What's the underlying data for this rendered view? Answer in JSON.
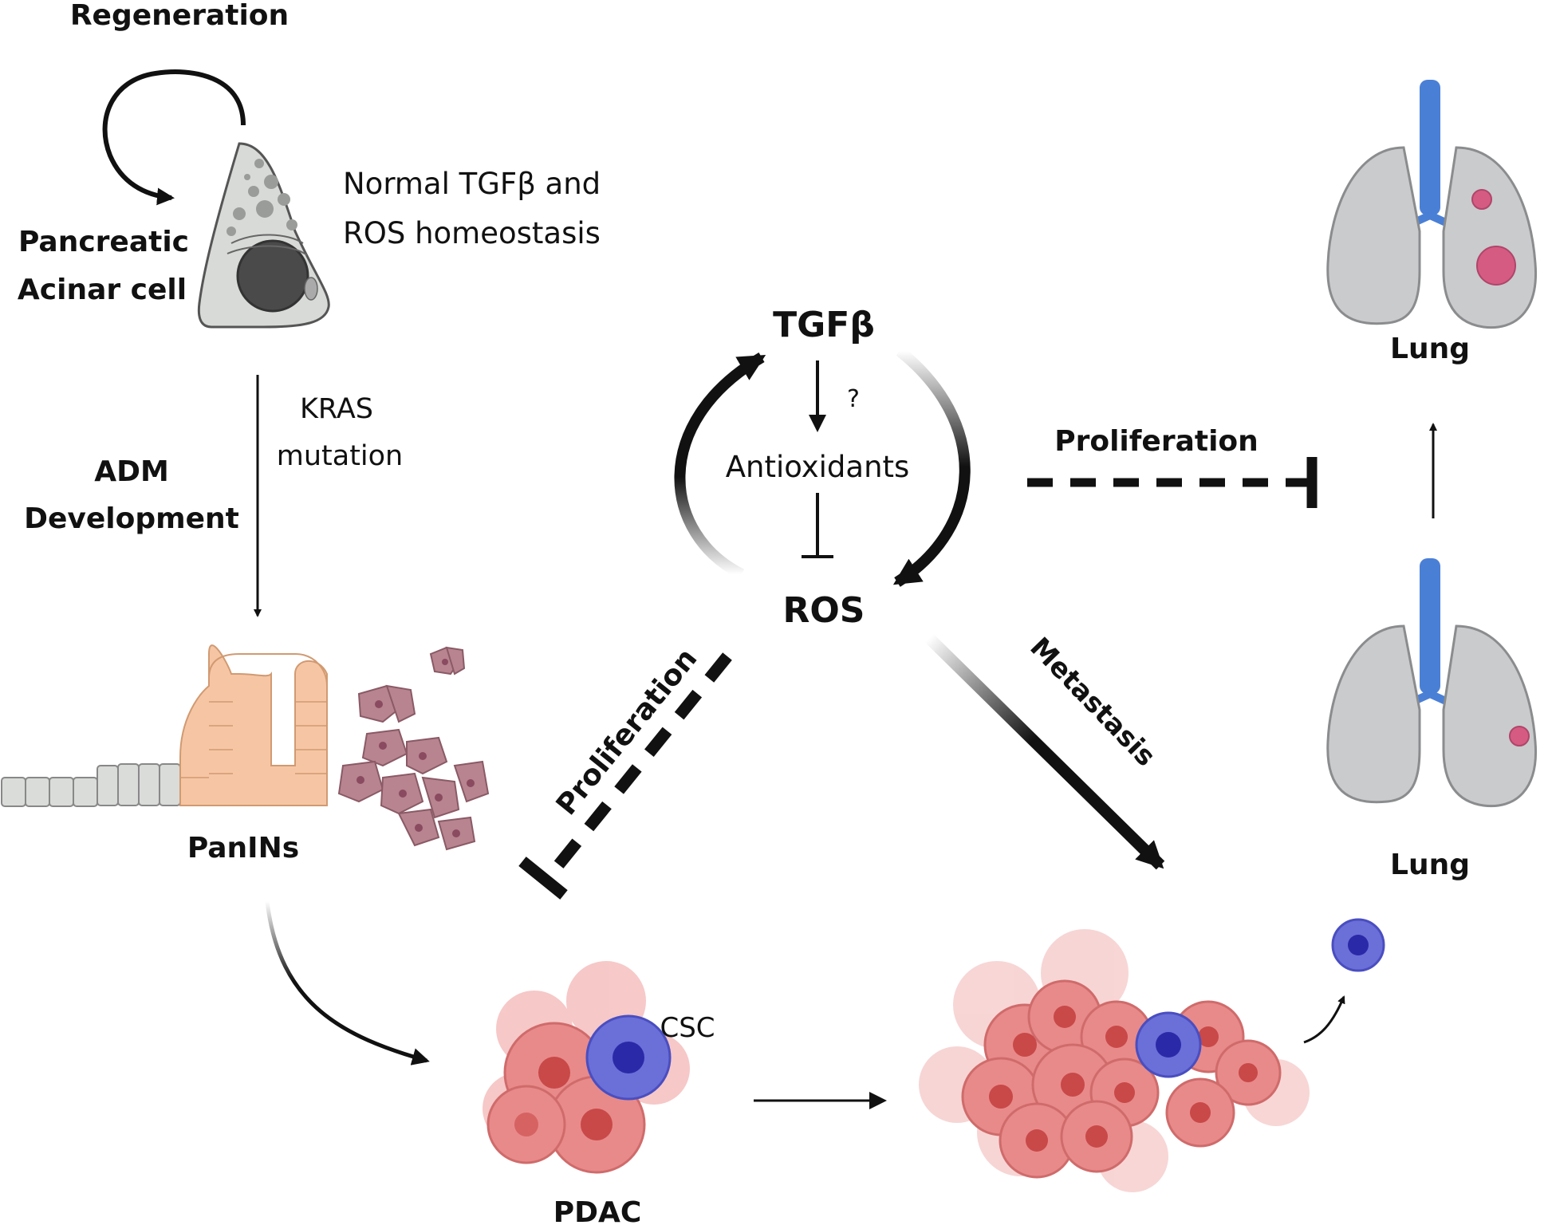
{
  "labels": {
    "regeneration": "Regeneration",
    "acinar_line1": "Pancreatic",
    "acinar_line2": "Acinar cell",
    "normal_line1": "Normal TGFβ and",
    "normal_line2": "ROS homeostasis",
    "kras_line1": "KRAS",
    "kras_line2": "mutation",
    "adm_line1": "ADM",
    "adm_line2": "Development",
    "panins": "PanINs",
    "pdac": "PDAC",
    "csc": "CSC",
    "tgfb": "TGFβ",
    "question": "?",
    "antioxidants": "Antioxidants",
    "ros": "ROS",
    "proliferation_top": "Proliferation",
    "proliferation_left": "Proliferation",
    "metastasis": "Metastasis",
    "lung_top": "Lung",
    "lung_bottom": "Lung"
  },
  "colors": {
    "text": "#111111",
    "tumor_cell": "#e07a7a",
    "tumor_nucleus": "#c94848",
    "csc_cell": "#6b6fd8",
    "csc_nucleus": "#2a2aa8",
    "lung": "#c9cbcd",
    "trachea": "#4a7fd6",
    "acinar": "#d7dad6",
    "panin_cell": "#f6c6a4",
    "stromal_cell": "#b7848f"
  }
}
